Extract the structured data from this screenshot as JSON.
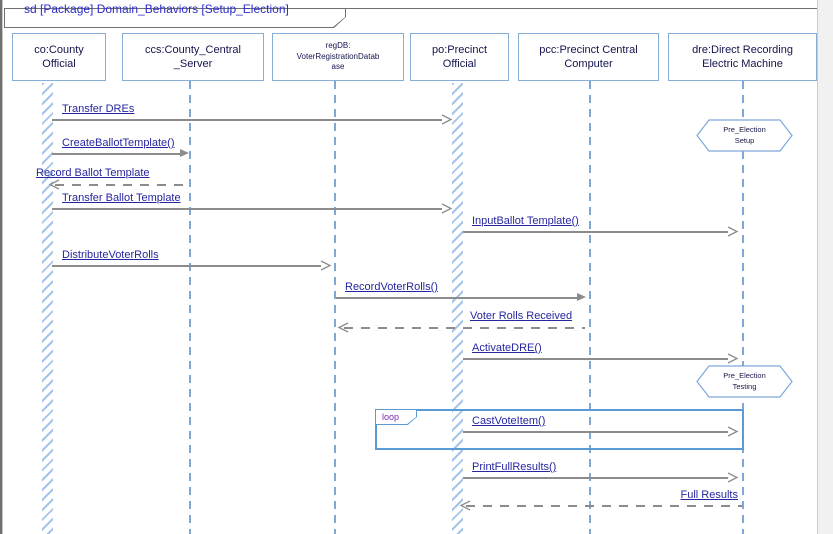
{
  "frame": {
    "title": "sd [Package] Domain_Behaviors [Setup_Election]"
  },
  "lifelines": {
    "co": {
      "line1": "co:County",
      "line2": "Official"
    },
    "ccs": {
      "line1": "ccs:County_Central",
      "line2": "_Server"
    },
    "regdb": {
      "line1": "regDB:",
      "line2": "VoterRegistrationDatab",
      "line3": "ase"
    },
    "po": {
      "line1": "po:Precinct",
      "line2": "Official"
    },
    "pcc": {
      "line1": "pcc:Precinct Central",
      "line2": "Computer"
    },
    "dre": {
      "line1": "dre:Direct Recording",
      "line2": "Electric Machine"
    }
  },
  "messages": {
    "m1": {
      "label": "Transfer DREs",
      "from": "co",
      "to": "po",
      "kind": "async-solid-open"
    },
    "m2": {
      "label": "CreateBallotTemplate()",
      "from": "co",
      "to": "ccs",
      "kind": "sync-solid-filled"
    },
    "m3": {
      "label": "Record Ballot Template",
      "from": "ccs",
      "to": "co",
      "kind": "reply-dashed-open"
    },
    "m4": {
      "label": "Transfer Ballot Template",
      "from": "co",
      "to": "po",
      "kind": "async-solid-open"
    },
    "m5": {
      "label": "InputBallot Template()",
      "from": "po",
      "to": "dre",
      "kind": "async-solid-open"
    },
    "m6": {
      "label": "DistributeVoterRolls",
      "from": "co",
      "to": "regdb",
      "kind": "async-solid-open"
    },
    "m7": {
      "label": "RecordVoterRolls()",
      "from": "regdb",
      "to": "pcc",
      "kind": "sync-solid-filled"
    },
    "m8": {
      "label": "Voter Rolls Received",
      "from": "pcc",
      "to": "regdb",
      "kind": "reply-dashed-open"
    },
    "m9": {
      "label": "ActivateDRE()",
      "from": "po",
      "to": "dre",
      "kind": "async-solid-open"
    },
    "m10": {
      "label": "CastVoteItem()",
      "from": "po",
      "to": "dre",
      "kind": "async-solid-open"
    },
    "m11": {
      "label": "PrintFullResults()",
      "from": "po",
      "to": "dre",
      "kind": "async-solid-open"
    },
    "m12": {
      "label": "Full Results",
      "from": "dre",
      "to": "po",
      "kind": "reply-dashed-open"
    }
  },
  "states": {
    "setup": {
      "line1": "Pre_Election",
      "line2": "Setup"
    },
    "testing": {
      "line1": "Pre_Election",
      "line2": "Testing"
    }
  },
  "fragments": {
    "loop_operator": "loop"
  },
  "colors": {
    "title_text": "#2b2bc8",
    "message_label": "#2626a0",
    "head_text": "#14144e",
    "head_border": "#86afd8",
    "lifeline": "#7fa8d9",
    "arrow": "#8c8c8c",
    "fragment_border": "#5b9bd5",
    "fragment_operator_text": "#7a28b4"
  }
}
